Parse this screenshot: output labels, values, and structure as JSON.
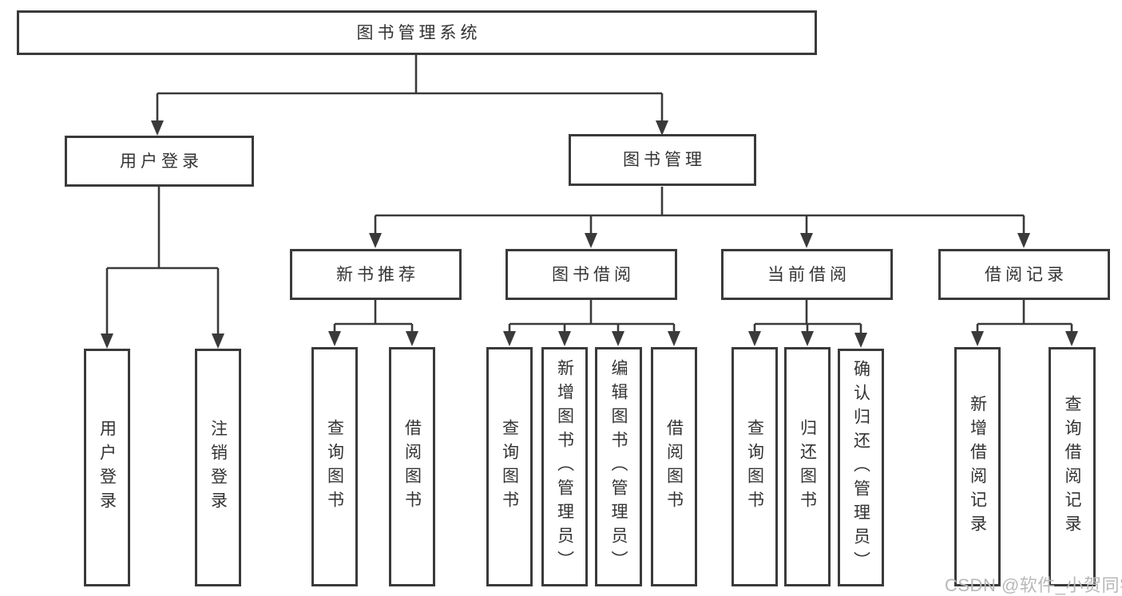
{
  "diagram": {
    "root": "图书管理系统",
    "level2": [
      "用户登录",
      "图书管理"
    ],
    "level3": [
      "新书推荐",
      "图书借阅",
      "当前借阅",
      "借阅记录"
    ],
    "leaves_user_login": [
      "用户登录",
      "注销登录"
    ],
    "leaves_new_book": [
      "查询图书",
      "借阅图书"
    ],
    "leaves_book_borrow": [
      "查询图书",
      "新增图书（管理员）",
      "编辑图书（管理员）",
      "借阅图书"
    ],
    "leaves_current_borrow": [
      "查询图书",
      "归还图书",
      "确认归还（管理员）"
    ],
    "leaves_borrow_records": [
      "新增借阅记录",
      "查询借阅记录"
    ]
  },
  "watermark": "CSDN @软件_小贺同学",
  "colors": {
    "line": "#3a3a3a",
    "text": "#333333",
    "background": "#ffffff",
    "watermark": "#b8b8b8"
  }
}
